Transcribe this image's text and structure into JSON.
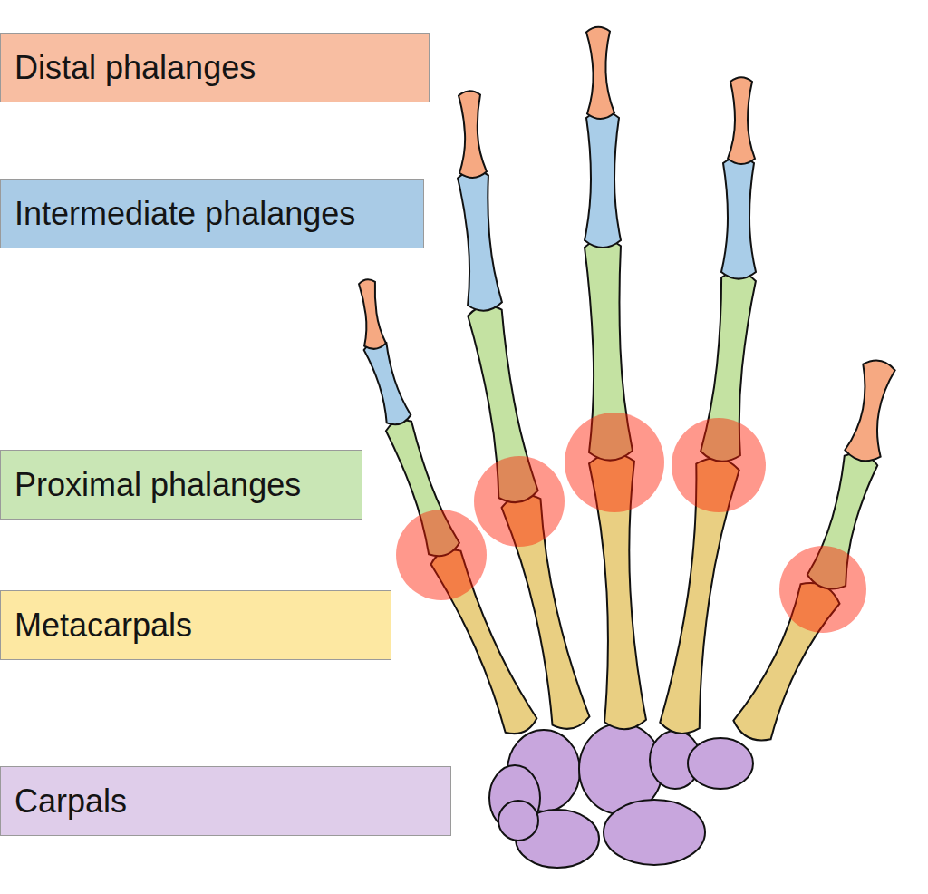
{
  "diagram": {
    "nodes": [
      {
        "text": [
          "Distal phalanges"
        ]
      },
      {
        "text": [
          "Intermediate phalanges"
        ]
      },
      {
        "text": [
          "Proximal phalanges"
        ]
      },
      {
        "text": [
          "Metacarpals"
        ]
      },
      {
        "text": [
          "Carpals"
        ]
      }
    ]
  }
}
